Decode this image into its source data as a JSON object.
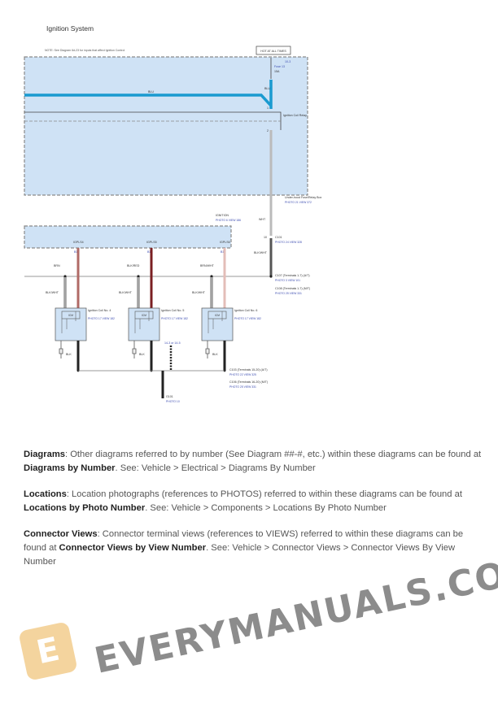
{
  "title": "Ignition System",
  "diagram": {
    "note": "NOTE: See Diagram 6d-23 for inputs that affect Ignition Control",
    "hot_label": "HOT AT ALL TIMES",
    "fuse_ref": "10-3",
    "fuse_name": "Fuse 13",
    "fuse_rating": "15A",
    "wire_blu_main": "BLU",
    "wire_blu_vert": "BLU",
    "relay_pin": "1",
    "relay_pin2": "2",
    "relay_name": "Ignition Coil Relay",
    "fuse_box_name": "Under-hood Fuse/Relay Box",
    "fuse_box_refs": "PHOTO 21 VIEW 372",
    "wire_wht": "WHT",
    "c101_pin": "10",
    "c101_name": "C101",
    "c101_refs": "PHOTO 24 VIEW 328",
    "wire_blkwht_main": "BLK/WHT",
    "module_name": "IGNITION",
    "module_refs": "PHOTO 6 VIEW 186",
    "terminals": [
      {
        "name": "IGPLS4",
        "pin": "B13",
        "wire": "BRN",
        "color": "#b06a66"
      },
      {
        "name": "IGPLS5",
        "pin": "B11",
        "wire": "BLK/RED",
        "color": "#7a1f22"
      },
      {
        "name": "IGPLS6",
        "pin": "B12",
        "wire": "BRN/WHT",
        "color": "#e3bdb8"
      }
    ],
    "c107": "C107 (Terminals 1-7) (A/T)",
    "c107_refs": "PHOTO 3 VIEW 101",
    "c108": "C108 (Terminals 1-7) (M/T)",
    "c108_refs": "PHOTO 25 VIEW 331",
    "coils": [
      {
        "name": "Ignition Coil No. 4",
        "refs": "PHOTO 17 VIEW 182",
        "ground_wire": "BLK/WHT",
        "out_wire": "BLK"
      },
      {
        "name": "Ignition Coil No. 5",
        "refs": "PHOTO 17 VIEW 182",
        "ground_wire": "BLK/WHT",
        "out_wire": "BLK"
      },
      {
        "name": "Ignition Coil No. 6",
        "refs": "PHOTO 17 VIEW 182",
        "ground_wire": "BLK/WHT",
        "out_wire": "BLK"
      }
    ],
    "coil_ic": "ICM",
    "splice_ref": "14-3 or 14-5",
    "c103": "C103 (Terminals 15-20) (A/T)",
    "c103_refs": "PHOTO 22 VIEW 325",
    "c106": "C106 (Terminals 16-20) (M/T)",
    "c106_refs": "PHOTO 25 VIEW 331",
    "ground_name": "G101",
    "ground_refs": "PHOTO 10",
    "colors": {
      "module_fill": "#cfe2f5",
      "blu_wire": "#1a9ad0",
      "dash": "#8a8a8a"
    }
  },
  "watermark": "EVERYMANUALS.COM",
  "notes": [
    {
      "term": "Diagrams",
      "text": ": Other diagrams referred to by number (See Diagram ##-#, etc.) within these diagrams can be found at ",
      "link": "Diagrams by Number",
      "see": ". See: Vehicle > Electrical > Diagrams By Number"
    },
    {
      "term": "Locations",
      "text": ": Location photographs (references to PHOTOS) referred to within these diagrams can be found at ",
      "link": "Locations by Photo Number",
      "see": ". See: Vehicle > Components > Locations By Photo Number"
    },
    {
      "term": "Connector Views",
      "text": ": Connector terminal views (references to VIEWS) referred to within these diagrams can be found at ",
      "link": "Connector Views by View Number",
      "see": ". See: Vehicle > Connector Views > Connector Views By View Number"
    }
  ]
}
